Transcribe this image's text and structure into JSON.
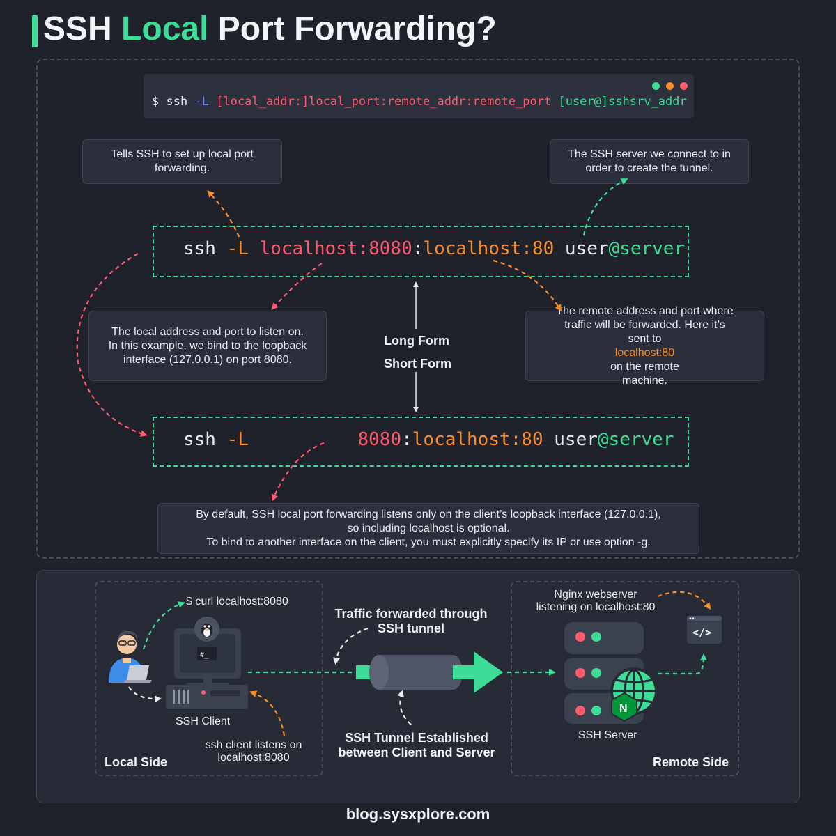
{
  "title": {
    "prefix": "SSH",
    "accent": "Local",
    "suffix": "Port Forwarding?"
  },
  "terminal": {
    "prompt": "$ ssh",
    "flag": "-L",
    "local_part": "[local_addr:]local_port:remote_addr:remote_port",
    "user_part": "[user@]sshsrv_addr"
  },
  "callouts": {
    "flag_desc": [
      "Tells SSH to set up local port",
      "forwarding."
    ],
    "server_desc": [
      "The SSH server we connect to in",
      "order to create the tunnel."
    ],
    "local_desc": [
      "The local address and port to listen on.",
      "In this example, we bind to the loopback",
      "interface (127.0.0.1) on port 8080."
    ],
    "remote_desc_1": "The remote address and port where",
    "remote_desc_2": "traffic will be forwarded. Here it’s",
    "remote_desc_3a": "sent to ",
    "remote_desc_3b": "localhost:80",
    "remote_desc_3c": " on the remote",
    "remote_desc_4": "machine.",
    "default_desc": [
      "By default, SSH local port forwarding listens only on the client’s loopback interface (127.0.0.1),",
      "so including localhost is optional.",
      "To bind to another interface on the client, you must explicitly specify its IP or use option -g."
    ]
  },
  "long_form": {
    "ssh": "ssh",
    "flag": "-L",
    "local_addr": "localhost:8080",
    "colon": ":",
    "remote_addr": "localhost:80",
    "user": "user",
    "server": "@server"
  },
  "short_form": {
    "ssh": "ssh",
    "flag": "-L",
    "port": "8080",
    "colon": ":",
    "remote_addr": "localhost:80",
    "user": "user",
    "server": "@server"
  },
  "labels": {
    "long_form": "Long Form",
    "short_form": "Short Form"
  },
  "bottom": {
    "curl": "$ curl localhost:8080",
    "ssh_client": "SSH Client",
    "listen_1": "ssh client listens on",
    "listen_2": "localhost:8080",
    "local_side": "Local Side",
    "traffic_1": "Traffic forwarded through",
    "traffic_2": "SSH tunnel",
    "tunnel_1": "SSH Tunnel Established",
    "tunnel_2": "between Client and Server",
    "nginx_1": "Nginx webserver",
    "nginx_2": "listening on localhost:80",
    "ssh_server": "SSH Server",
    "remote_side": "Remote Side",
    "terminal_glyph": "#_",
    "code_glyph": "</>",
    "nginx_glyph": "N"
  },
  "footer": "blog.sysxplore.com",
  "colors": {
    "green": "#3ddc97",
    "red": "#ff5a6e",
    "orange": "#f98c2e",
    "blue": "#6b8cff",
    "bg": "#1f222a"
  },
  "icons": [
    "linux-icon",
    "terminal-icon",
    "user-laptop-icon",
    "server-rack-icon",
    "globe-icon",
    "nginx-icon",
    "code-icon",
    "tunnel-icon"
  ]
}
